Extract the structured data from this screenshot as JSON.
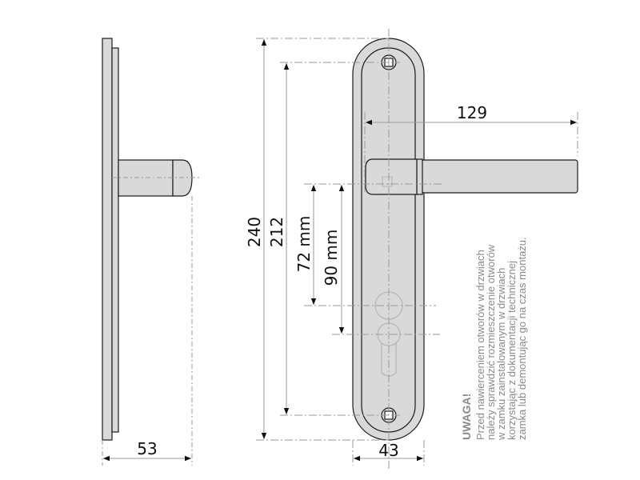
{
  "dimensions": {
    "depth": "53",
    "total_height": "240",
    "screw_spacing": "212",
    "spacing_72": "72 mm",
    "spacing_90": "90 mm",
    "lever_length": "129",
    "plate_width": "43"
  },
  "warning": {
    "title": "UWAGA!",
    "lines": [
      "Przed nawierceniem otworów w drzwiach",
      "należy sprawdzić rozmieszczenie otworów",
      "w zamku zainstalowanym w drzwiach",
      "korzystając z dokumentacji technicznej",
      "zamka lub demontując go na czas montażu."
    ]
  },
  "colors": {
    "fill": "#d9d9d9",
    "line": "#1a1a1a",
    "dim": "#9a9a9a"
  }
}
